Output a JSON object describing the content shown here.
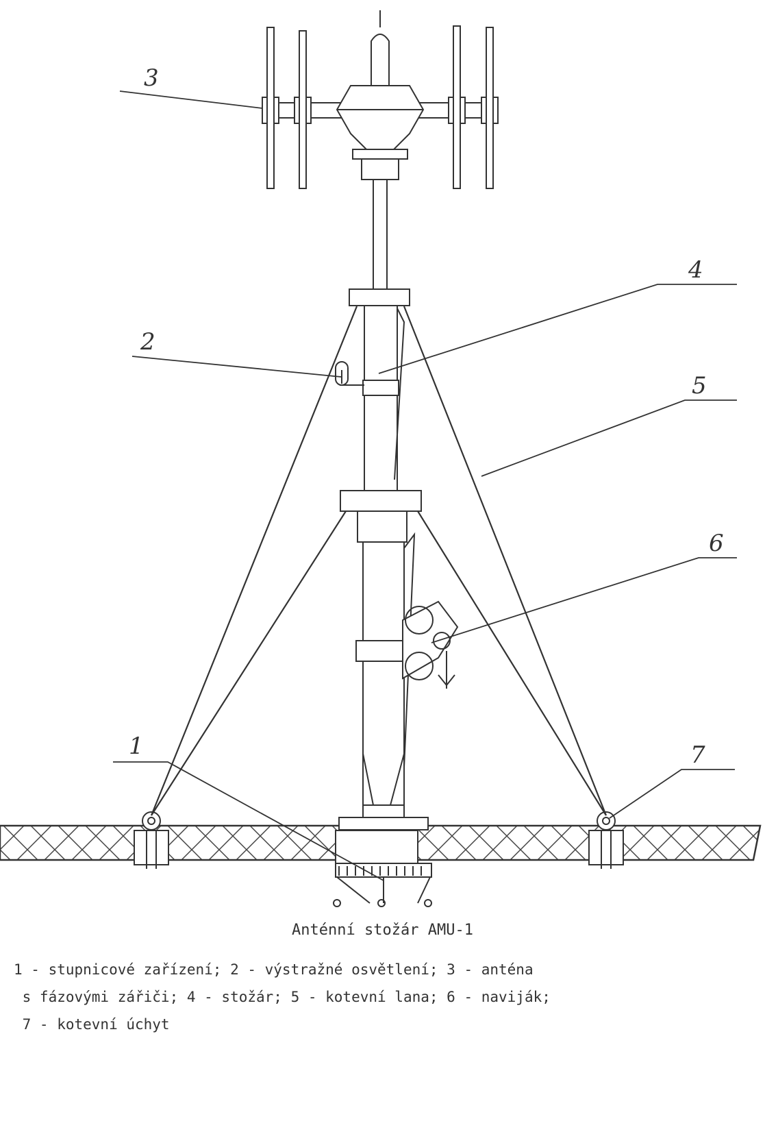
{
  "figure": {
    "callouts": [
      {
        "label": "1",
        "part": "stupnicové zařízení"
      },
      {
        "label": "2",
        "part": "výstražné osvětlení"
      },
      {
        "label": "3",
        "part": "anténa s fázovými zářiči"
      },
      {
        "label": "4",
        "part": "stožár"
      },
      {
        "label": "5",
        "part": "kotevní lana"
      },
      {
        "label": "6",
        "part": "naviják"
      },
      {
        "label": "7",
        "part": "kotevní úchyt"
      }
    ]
  },
  "caption": "Anténní stožár AMU-1",
  "legend_lines": [
    "1 - stupnicové zařízení; 2 - výstražné osvětlení; 3 - anténa",
    " s fázovými zářiči; 4 - stožár; 5 - kotevní lana; 6 - naviják;",
    " 7 - kotevní úchyt"
  ]
}
